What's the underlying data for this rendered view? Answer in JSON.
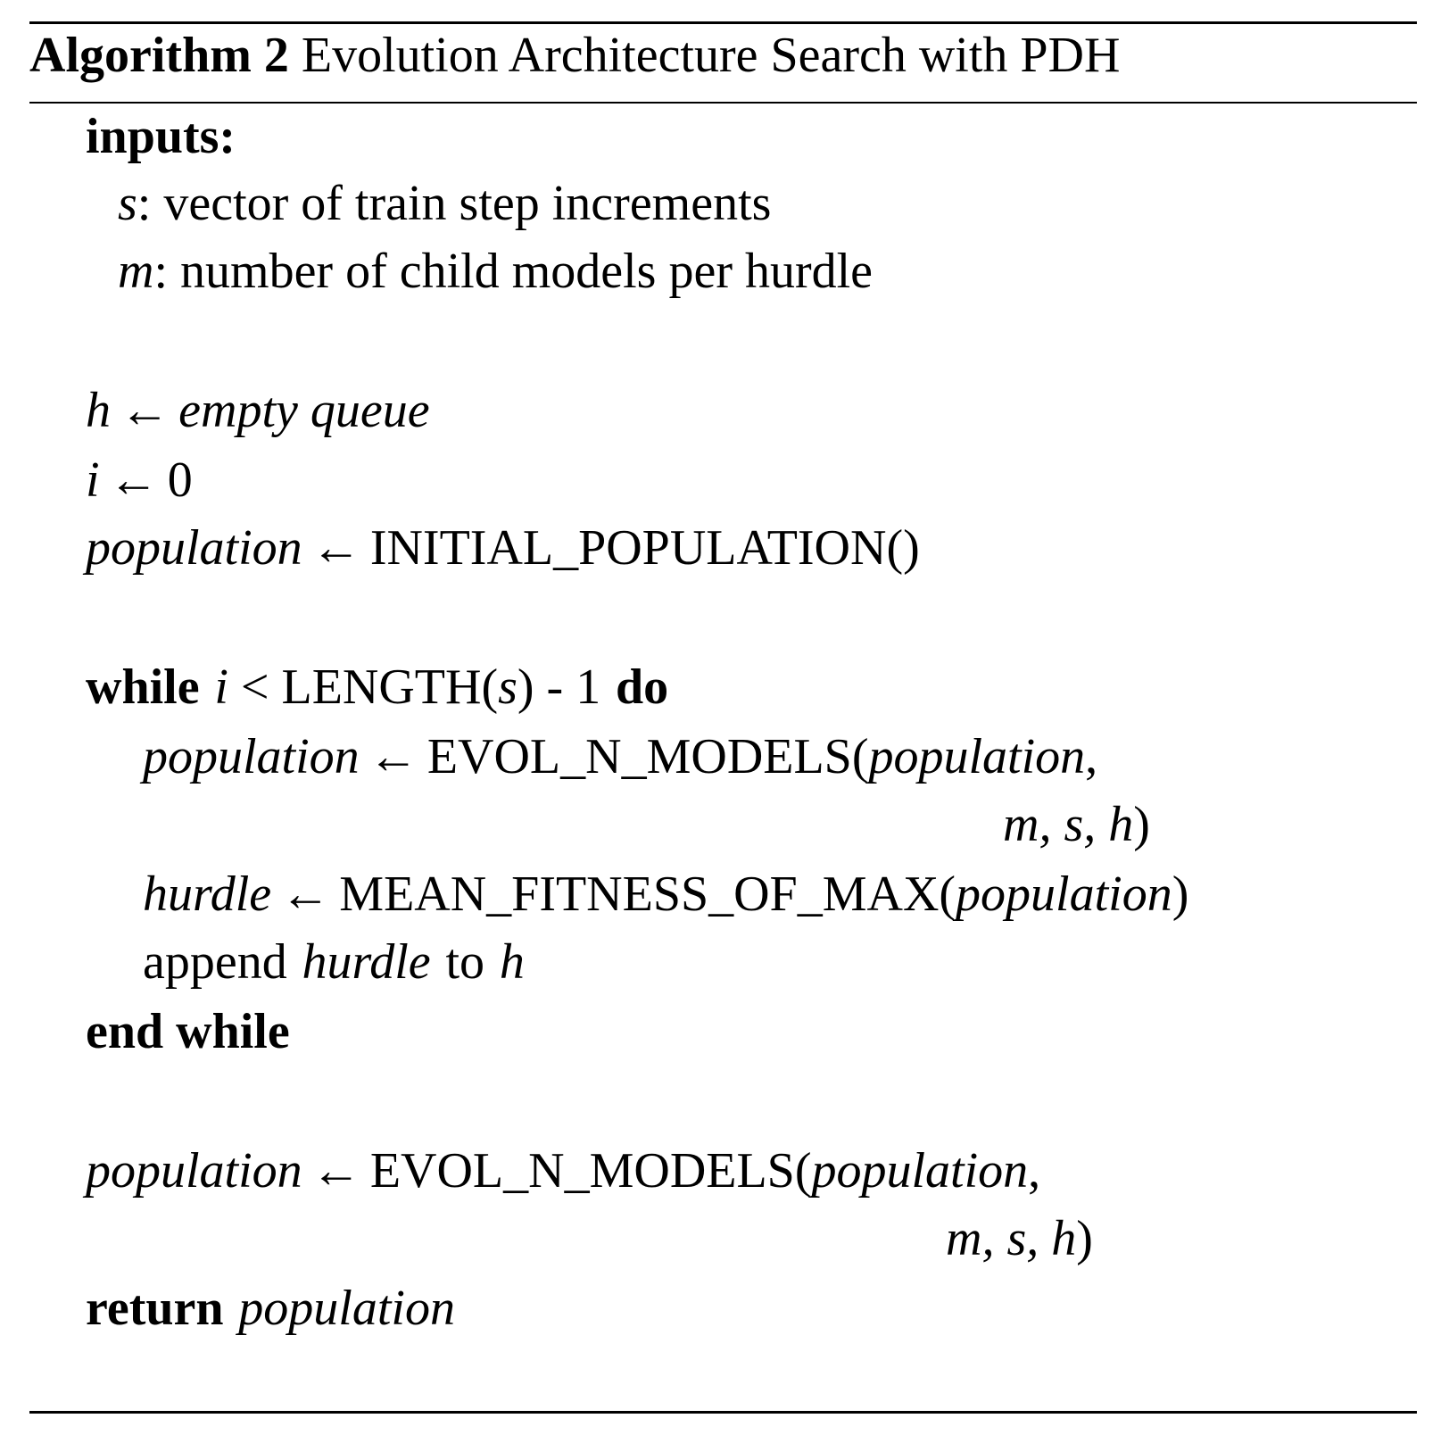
{
  "algorithm": {
    "label": "Algorithm 2",
    "title": "Evolution Architecture Search with PDH"
  },
  "inputs": {
    "header": "inputs:",
    "s_var": "s",
    "s_desc": ": vector of train step increments",
    "m_var": "m",
    "m_desc": ": number of child models per hurdle"
  },
  "init": {
    "h_var": "h",
    "h_value": "empty queue",
    "i_var": "i",
    "i_value": "0",
    "pop_var": "population",
    "pop_value": "INITIAL_POPULATION()"
  },
  "loop": {
    "while_kw": "while",
    "cond_var": "i",
    "cond_rest_a": " < LENGTH(",
    "cond_s": "s",
    "cond_rest_b": ") - 1",
    "do_kw": "do",
    "evol_lhs": "population",
    "evol_fn": "EVOL_N_MODELS(",
    "evol_arg1": "population",
    "evol_arg1_sep": ",",
    "evol_cont": "m, s, h",
    "evol_close": ")",
    "hurdle_lhs": "hurdle",
    "hurdle_fn": "MEAN_FITNESS_OF_MAX(",
    "hurdle_arg": "population",
    "hurdle_close": ")",
    "append_kw": "append",
    "append_var": "hurdle",
    "append_to": "to",
    "append_target": "h",
    "end_kw": "end while"
  },
  "final": {
    "evol_lhs": "population",
    "evol_fn": "EVOL_N_MODELS(",
    "evol_arg1": "population",
    "evol_arg1_sep": ",",
    "evol_cont": "m, s, h",
    "evol_close": ")",
    "return_kw": "return",
    "return_var": "population"
  },
  "symbols": {
    "arrow": "←"
  }
}
